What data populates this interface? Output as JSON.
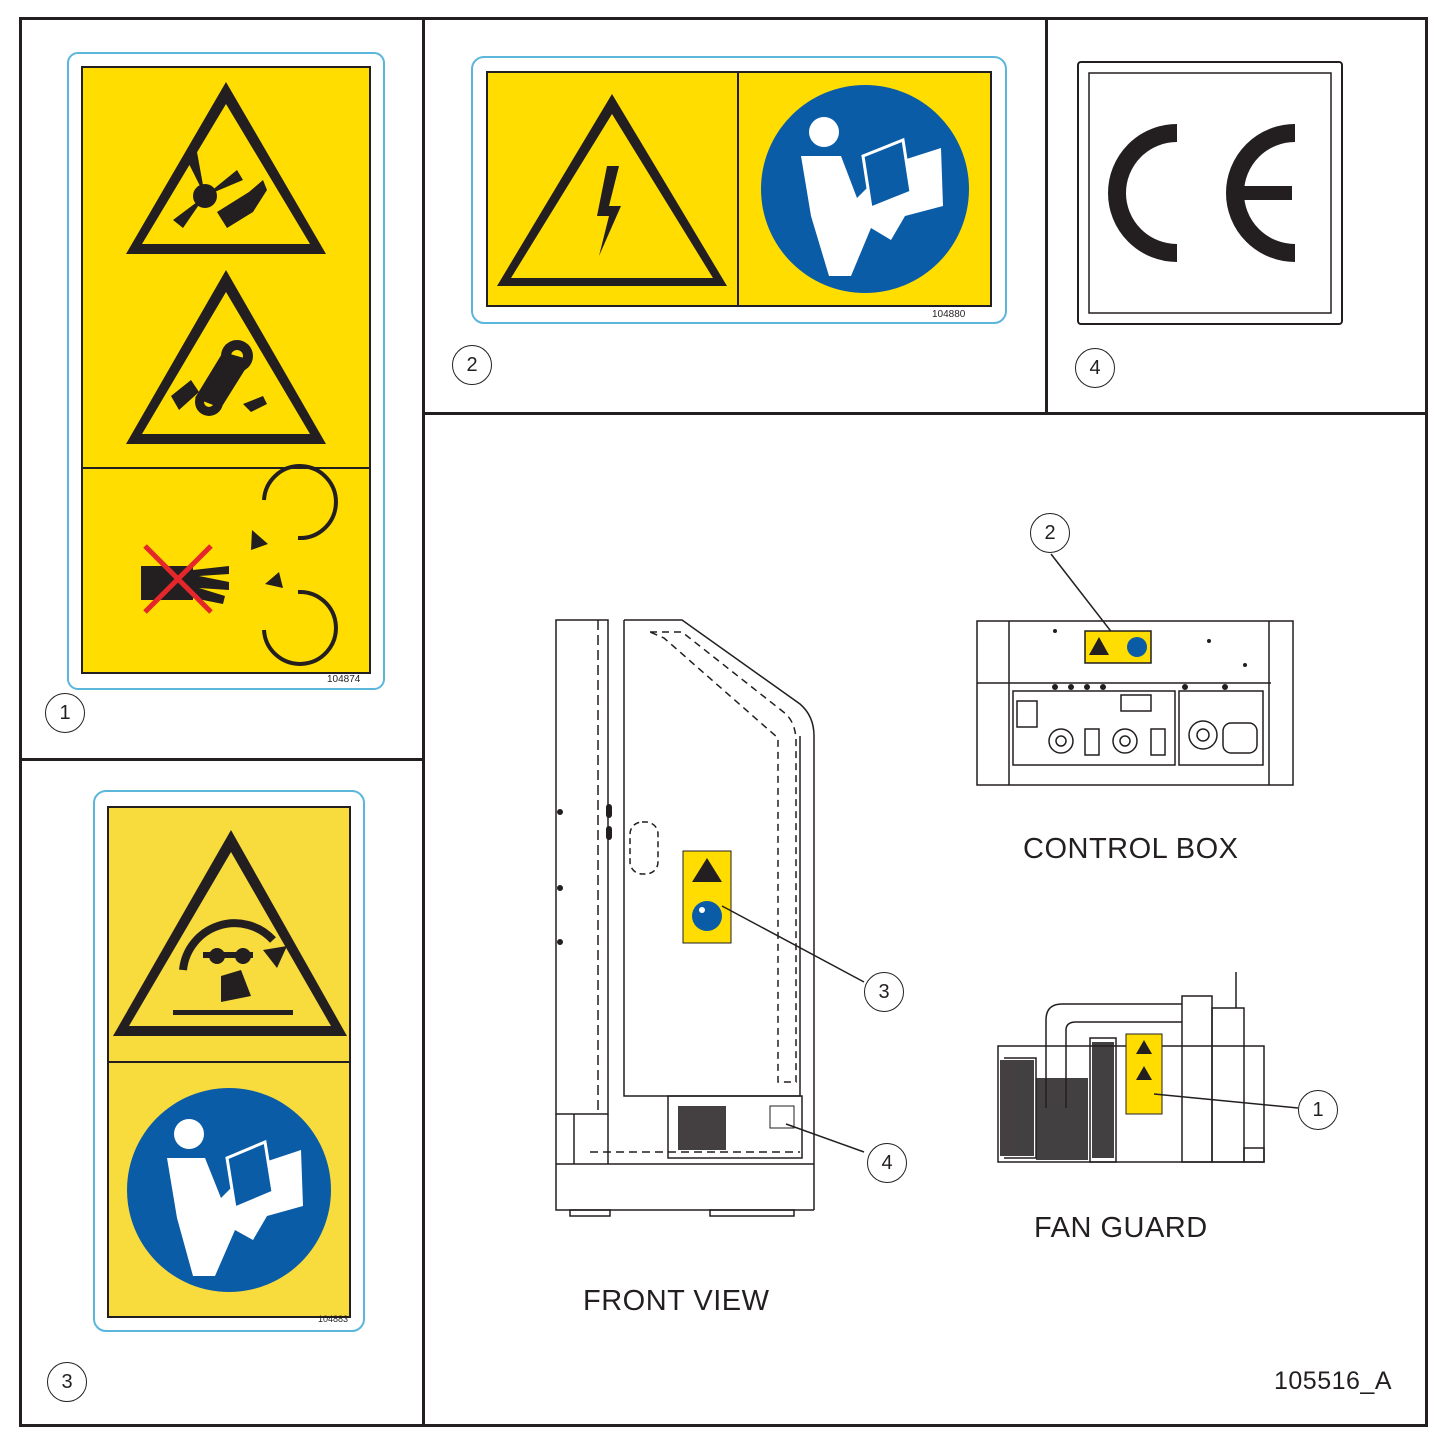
{
  "colors": {
    "yellow": "#ffdd00",
    "blue": "#0b5ca7",
    "black": "#231f20",
    "frame": "#5bb6dc",
    "red": "#e5262a"
  },
  "panels": {
    "p1": {
      "callout": "1",
      "part_number": "104874",
      "icons": [
        "fan-blade-entanglement-icon",
        "belt-drive-entanglement-icon",
        "no-hand-rotating-parts-icon"
      ]
    },
    "p2": {
      "callout": "2",
      "part_number": "104880",
      "icons": [
        "electrical-hazard-icon",
        "read-manual-icon"
      ]
    },
    "p3": {
      "callout": "3",
      "part_number": "104883",
      "icons": [
        "rotating-fan-hazard-icon",
        "read-manual-icon"
      ]
    },
    "p4": {
      "callout": "4",
      "icons": [
        "ce-mark-icon"
      ]
    }
  },
  "views": {
    "front": {
      "label": "FRONT VIEW",
      "callouts": [
        "3",
        "4"
      ]
    },
    "control_box": {
      "label": "CONTROL BOX",
      "callouts": [
        "2"
      ]
    },
    "fan_guard": {
      "label": "FAN GUARD",
      "callouts": [
        "1"
      ]
    }
  },
  "figure_id": "105516_A"
}
